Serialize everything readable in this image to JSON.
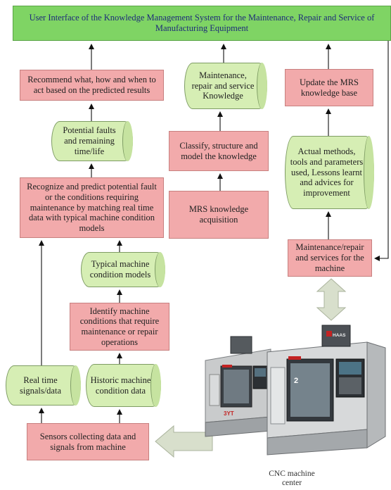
{
  "header": {
    "title": "User Interface of the Knowledge Management System for the Maintenance, Repair and Service of Manufacturing Equipment"
  },
  "boxes": {
    "recommend": "Recommend what, how and when to act based on the predicted results",
    "maintenance_knowledge": "Maintenance, repair and service Knowledge",
    "update_mrs": "Update the MRS knowledge base",
    "potential_faults": "Potential faults and remaining time/life",
    "classify": "Classify, structure and model the knowledge",
    "actual_methods": "Actual methods, tools and parameters used, Lessons learnt and advices for improvement",
    "recognize": "Recognize and predict potential fault or the conditions requiring maintenance by matching real time data with typical machine condition models",
    "mrs_acquisition": "MRS knowledge acquisition",
    "maintenance_services": "Maintenance/repair and services for the machine",
    "typical_models": "Typical machine condition models",
    "identify": "Identify machine conditions that require maintenance or repair operations",
    "realtime_signals": "Real time signals/data",
    "historic_data": "Historic machine condition data",
    "sensors": "Sensors collecting data and signals from machine"
  },
  "machine": {
    "caption": "CNC machine center",
    "logo_text": "HAAS",
    "badge_left": "3YT",
    "badge_right": "2"
  },
  "colors": {
    "header_green": "#7fd464",
    "process_red": "#f2aaab",
    "store_green": "#d6eeb4",
    "arrow_gray": "#d8dfcc"
  }
}
